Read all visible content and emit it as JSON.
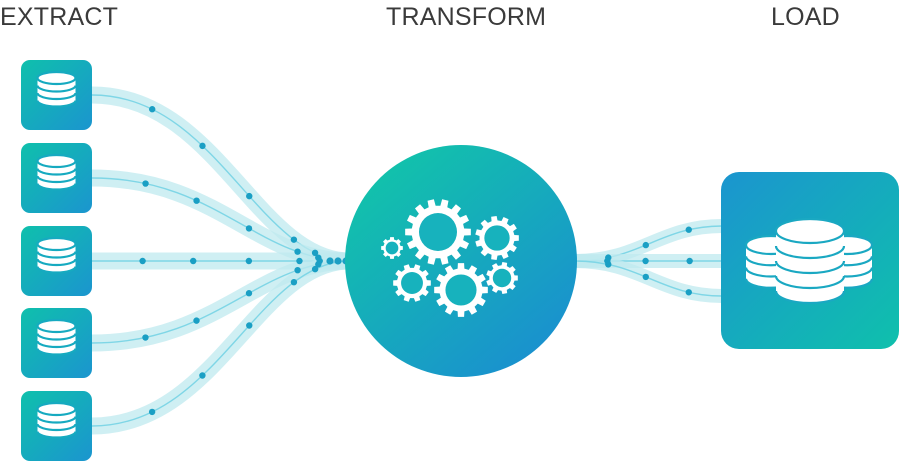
{
  "stages": {
    "extract": "EXTRACT",
    "transform": "TRANSFORM",
    "load": "LOAD"
  },
  "sources": [
    {
      "icon": "database-icon"
    },
    {
      "icon": "database-icon"
    },
    {
      "icon": "database-icon"
    },
    {
      "icon": "database-icon"
    },
    {
      "icon": "database-icon"
    }
  ],
  "transform_icon": "gears-icon",
  "load_icon": "database-stack-icon",
  "colors": {
    "teal": "#10bfae",
    "blue": "#1a95cf",
    "stream": "#bfe9ef",
    "line": "#7fd6e6",
    "dot": "#1a9fc4",
    "label": "#3a3a3a"
  }
}
